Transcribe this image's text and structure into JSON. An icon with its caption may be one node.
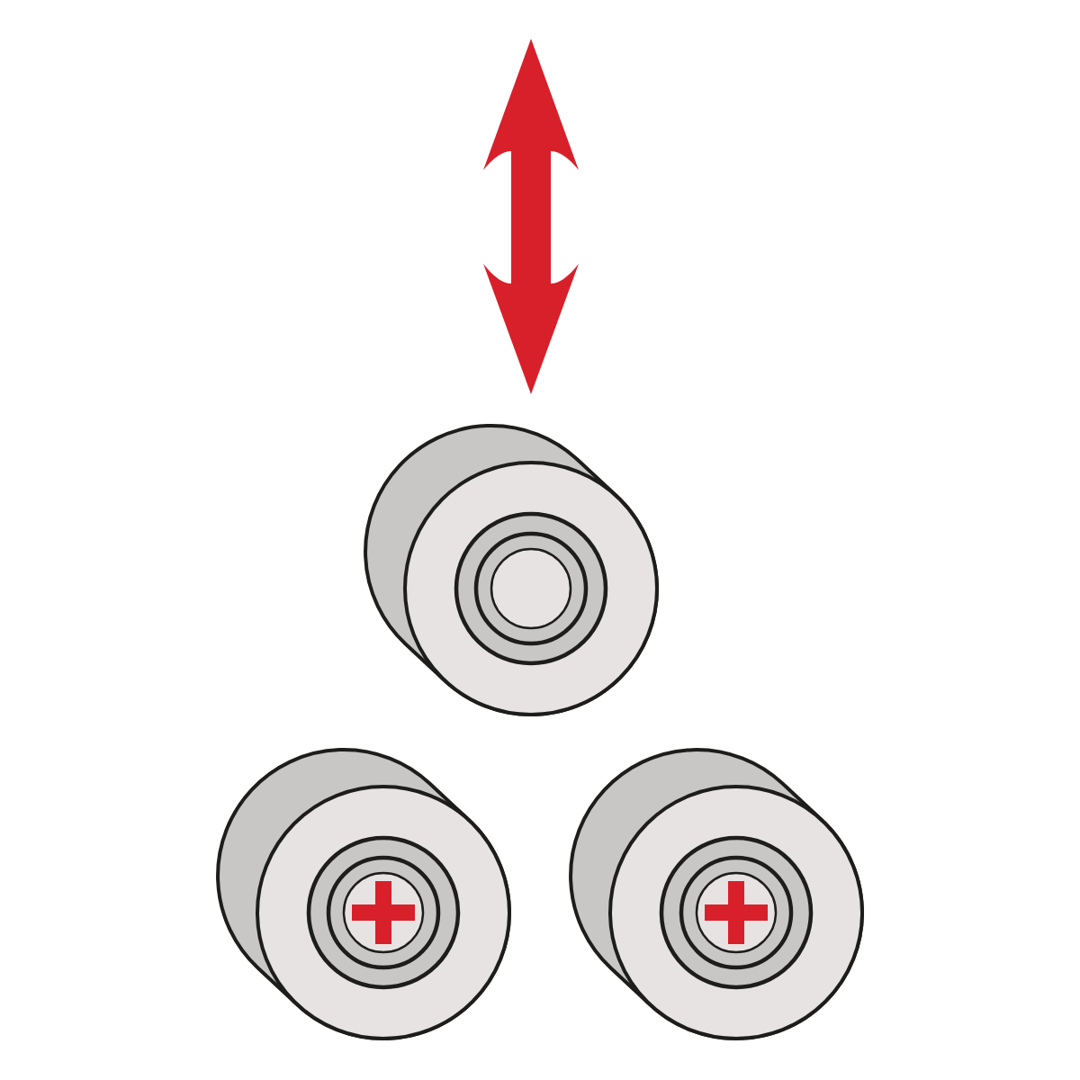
{
  "diagram": {
    "nodes": [
      {
        "text": [],
        "shape": "cylinder"
      },
      {
        "text": [],
        "shape": "cylinder"
      },
      {
        "text": [],
        "shape": "cylinder"
      }
    ]
  }
}
